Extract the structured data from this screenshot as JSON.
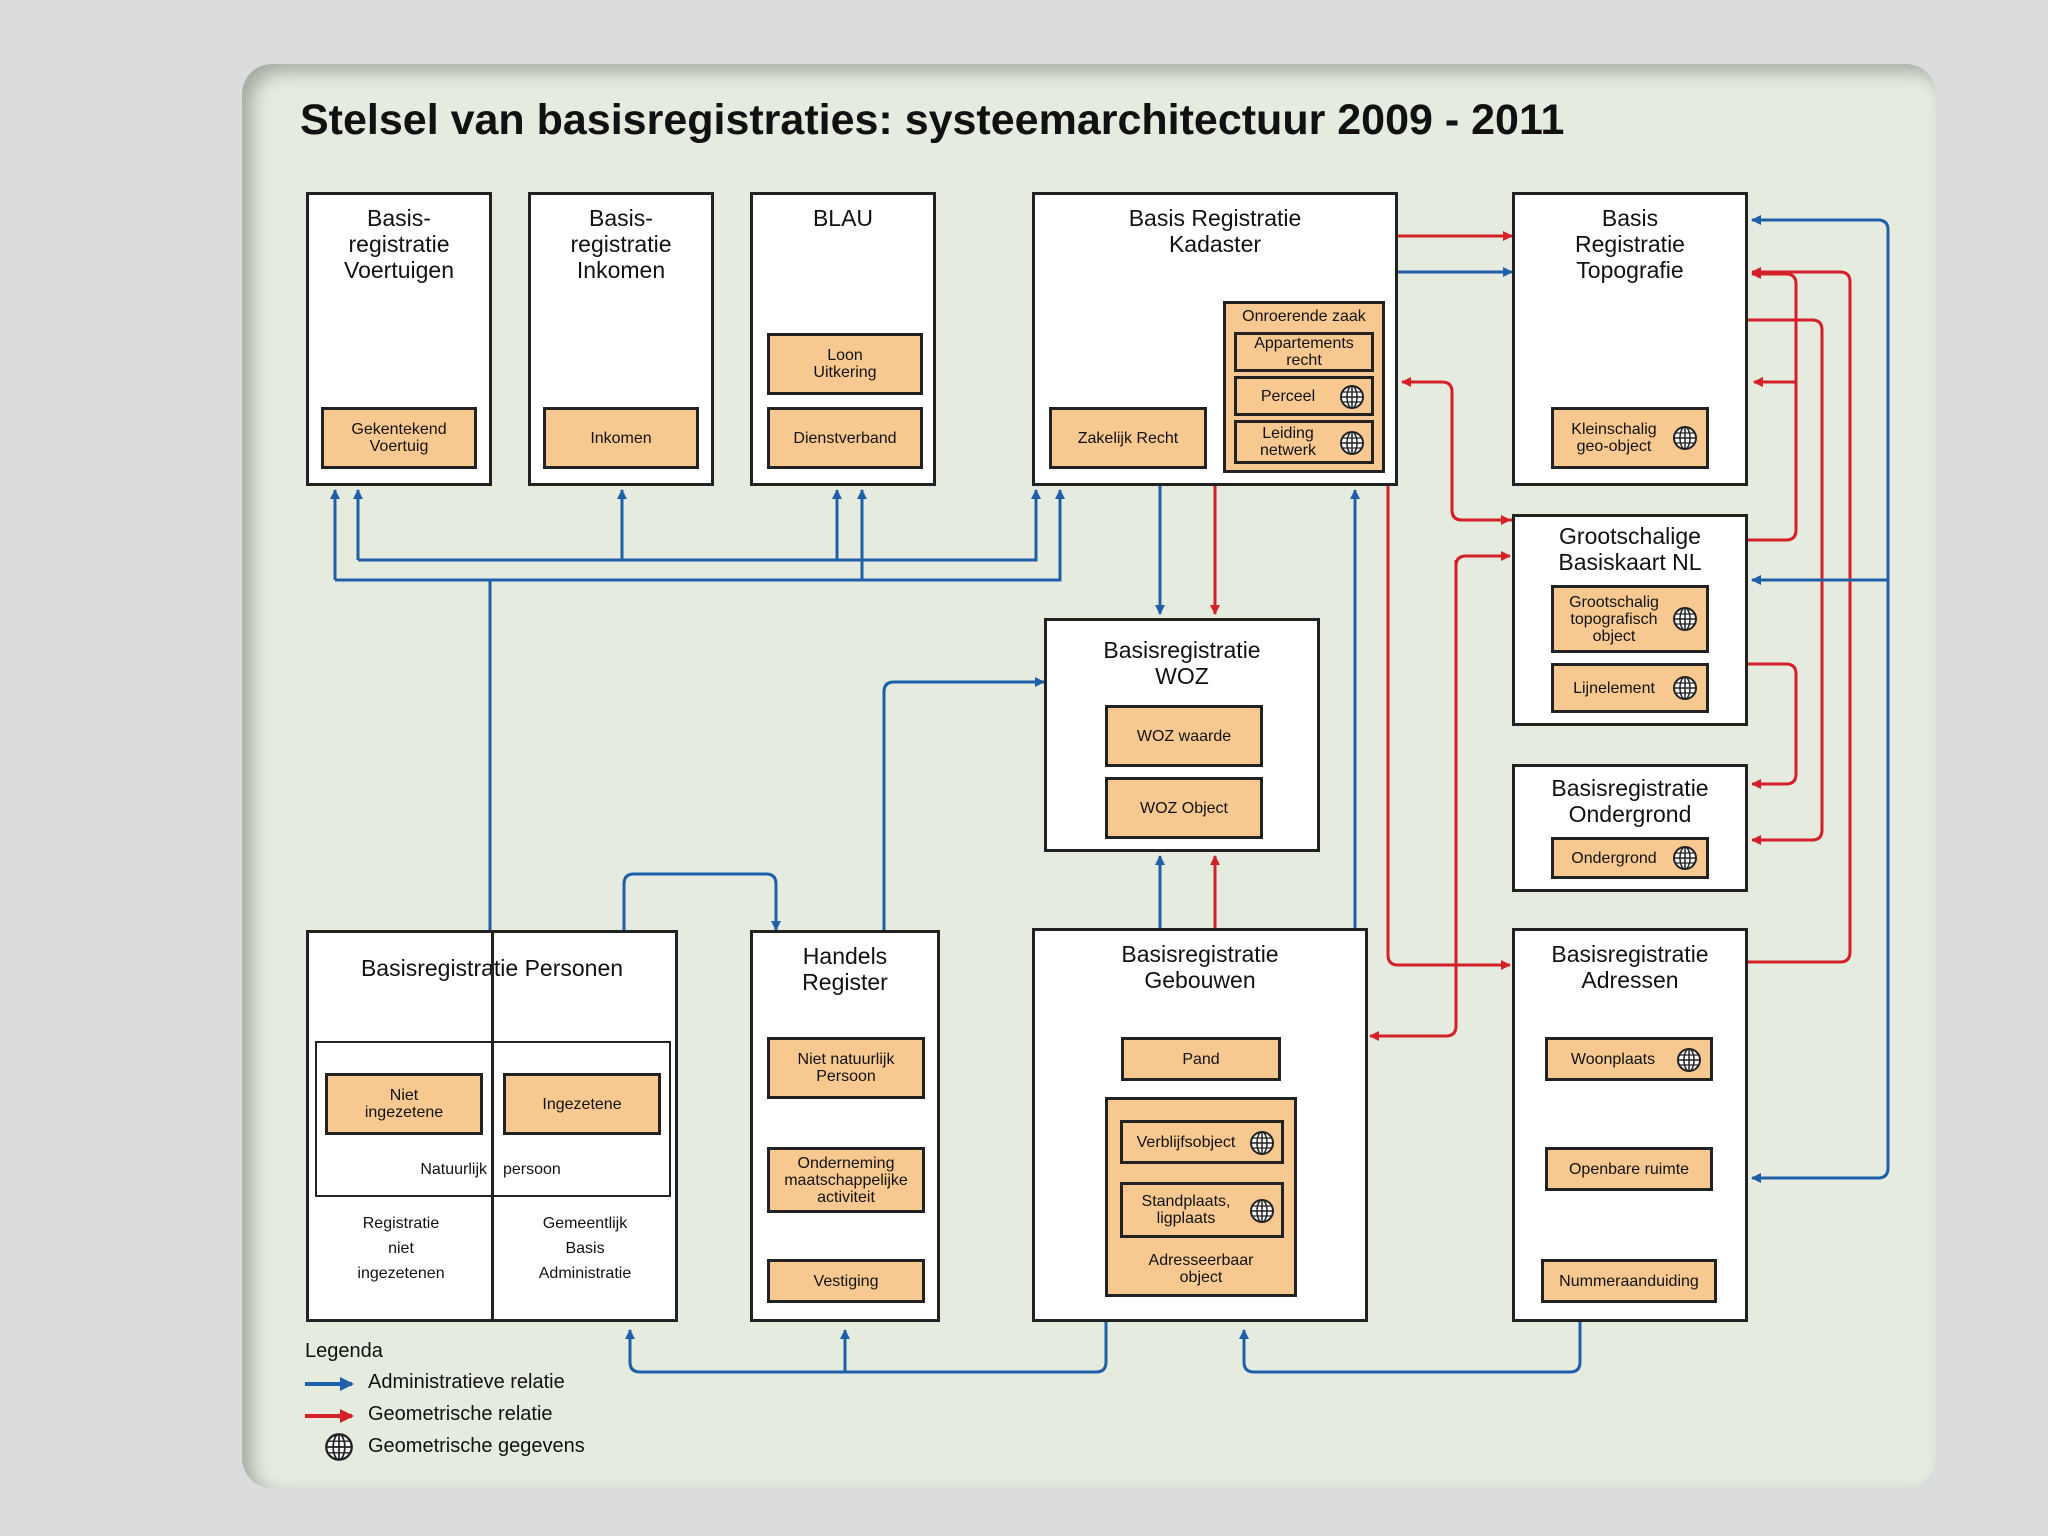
{
  "title": "Stelsel van basisregistraties: systeemarchitectuur 2009 - 2011",
  "colors": {
    "administratief": "#1f5fa8",
    "geometrisch": "#d42027",
    "object": "#f7c990"
  },
  "registrations": {
    "voertuigen": {
      "title": "Basis-\nregistratie\nVoertuigen",
      "objects": [
        "Gekentekend\nVoertuig"
      ]
    },
    "inkomen": {
      "title": "Basis-\nregistratie\nInkomen",
      "objects": [
        "Inkomen"
      ]
    },
    "blau": {
      "title": "BLAU",
      "objects": [
        "Loon\nUitkering",
        "Dienstverband"
      ]
    },
    "kadaster": {
      "title": "Basis Registratie\nKadaster",
      "zakelijk_recht": "Zakelijk Recht",
      "onroerende_zaak": {
        "label": "Onroerende zaak",
        "items": [
          "Appartements\nrecht",
          "Perceel",
          "Leiding\nnetwerk"
        ]
      }
    },
    "topografie": {
      "title": "Basis\nRegistratie\nTopografie",
      "objects": [
        "Kleinschalig\ngeo-object"
      ]
    },
    "gbk": {
      "title": "Grootschalige\nBasiskaart NL",
      "objects": [
        "Grootschalig\ntopografisch\nobject",
        "Lijnelement"
      ]
    },
    "ondergrond": {
      "title": "Basisregistratie\nOndergrond",
      "objects": [
        "Ondergrond"
      ]
    },
    "woz": {
      "title": "Basisregistratie\nWOZ",
      "objects": [
        "WOZ waarde",
        "WOZ Object"
      ]
    },
    "personen": {
      "title": "Basisregistratie Personen",
      "objects": [
        "Niet\ningezetene",
        "Ingezetene"
      ],
      "natuurlijk": "Natuurlijk",
      "persoon": "persoon",
      "rni": "Registratie\nniet\ningezetenen",
      "gba": "Gemeentlijk\nBasis\nAdministratie"
    },
    "handels": {
      "title": "Handels\nRegister",
      "objects": [
        "Niet natuurlijk\nPersoon",
        "Onderneming\nmaatschappelijke\nactiviteit",
        "Vestiging"
      ]
    },
    "gebouwen": {
      "title": "Basisregistratie\nGebouwen",
      "pand": "Pand",
      "adresseerbaar": {
        "label": "Adresseerbaar\nobject",
        "items": [
          "Verblijfsobject",
          "Standplaats,\nligplaats"
        ]
      }
    },
    "adressen": {
      "title": "Basisregistratie\nAdressen",
      "objects": [
        "Woonplaats",
        "Openbare ruimte",
        "Nummeraanduiding"
      ]
    }
  },
  "legend": {
    "title": "Legenda",
    "items": [
      {
        "label": "Administratieve relatie",
        "icon": "blue-arrow-icon"
      },
      {
        "label": "Geometrische relatie",
        "icon": "red-arrow-icon"
      },
      {
        "label": "Geometrische gegevens",
        "icon": "globe-icon"
      }
    ]
  }
}
